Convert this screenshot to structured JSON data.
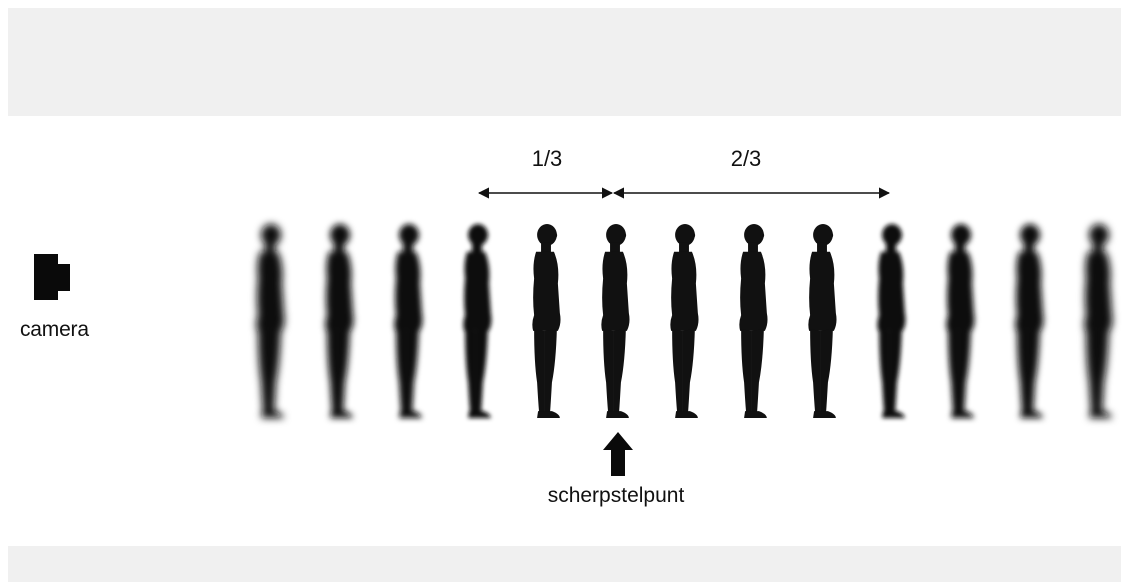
{
  "camera": {
    "label": "camera",
    "icon": "camera-icon"
  },
  "focus_zone": {
    "front_fraction": "1/3",
    "back_fraction": "2/3"
  },
  "focus_point": {
    "label": "scherpstelpunt",
    "icon": "up-arrow-icon"
  },
  "figures": [
    {
      "id": 1,
      "blur": 4
    },
    {
      "id": 2,
      "blur": 3.5
    },
    {
      "id": 3,
      "blur": 3
    },
    {
      "id": 4,
      "blur": 2
    },
    {
      "id": 5,
      "blur": 0
    },
    {
      "id": 6,
      "blur": 0
    },
    {
      "id": 7,
      "blur": 0
    },
    {
      "id": 8,
      "blur": 0
    },
    {
      "id": 9,
      "blur": 0
    },
    {
      "id": 10,
      "blur": 2
    },
    {
      "id": 11,
      "blur": 3
    },
    {
      "id": 12,
      "blur": 3.5
    },
    {
      "id": 13,
      "blur": 4
    }
  ],
  "colors": {
    "figure": "#111111",
    "band": "#f0f0f0",
    "text": "#111111"
  }
}
